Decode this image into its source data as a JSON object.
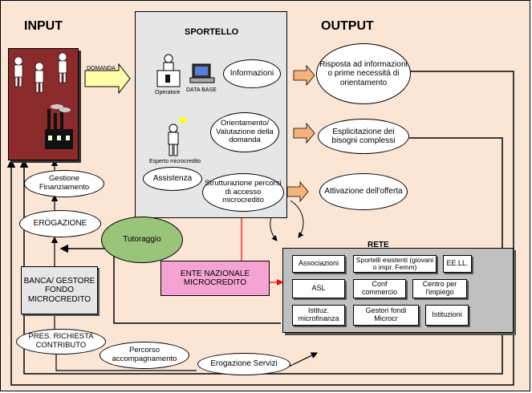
{
  "headers": {
    "input": "INPUT",
    "output": "OUTPUT",
    "sportello": "SPORTELLO",
    "rete": "RETE"
  },
  "domanda": "DOMANDA",
  "sportello": {
    "operatore": "Operatore",
    "database": "DATA BASE",
    "esperto": "Esperto microcredito",
    "informazioni": "Informazioni",
    "orientamento": "Orientamento/ Valutazione della domanda",
    "assistenza": "Assistenza",
    "strutturazione": "Strutturazione percorsi di accesso microcredito"
  },
  "outputs": [
    "Risposta ad informazioni o prime necessità di orientamento",
    "Esplicitazione dei bisogni complessi",
    "Attivazione dell'offerta"
  ],
  "left": {
    "gestione": "Gestione Finanziamento",
    "erogazione": "EROGAZIONE",
    "banca": "BANCA/ GESTORE FONDO MICROCREDITO",
    "pres": "PRES. RICHIESTA CONTRIBUTO"
  },
  "tutoraggio": "Tutoraggio",
  "ente": "ENTE NAZIONALE MICROCREDITO",
  "rete_items": [
    "Associazioni",
    "Sportelli esistenti (giovani o impr. Femm)",
    "EE.LL.",
    "ASL",
    "Conf commercio",
    "Centro per l'impiego",
    "Istituz. microfinanza",
    "Gestori fondi Microcr",
    "Istituzioni"
  ],
  "percorso": "Percorso accompagnamento",
  "erogazione_servizi": "Erogazione Servizi",
  "colors": {
    "background": "#fbe6d6",
    "input_box": "#8b2a2a",
    "tutoraggio": "#99c47a",
    "ente": "#f5a3d3",
    "rete": "#c0c0c0",
    "sportello": "#e6e6e6",
    "arrow_yellow": "#ffffaa",
    "arrow_orange": "#f7b27a",
    "red_line": "#ff0000"
  }
}
